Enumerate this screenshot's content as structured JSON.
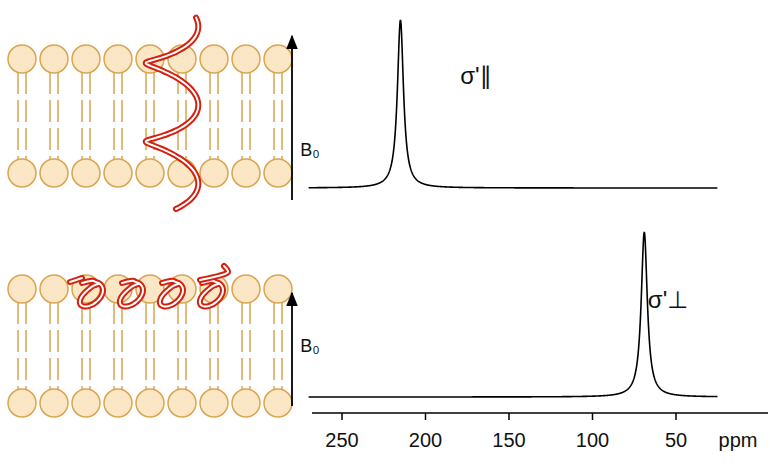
{
  "diagram": {
    "labels": [
      "B₀",
      "B₀",
      "σ'∥",
      "σ'⊥",
      "250",
      "200",
      "150",
      "100",
      "50",
      "ppm"
    ]
  }
}
